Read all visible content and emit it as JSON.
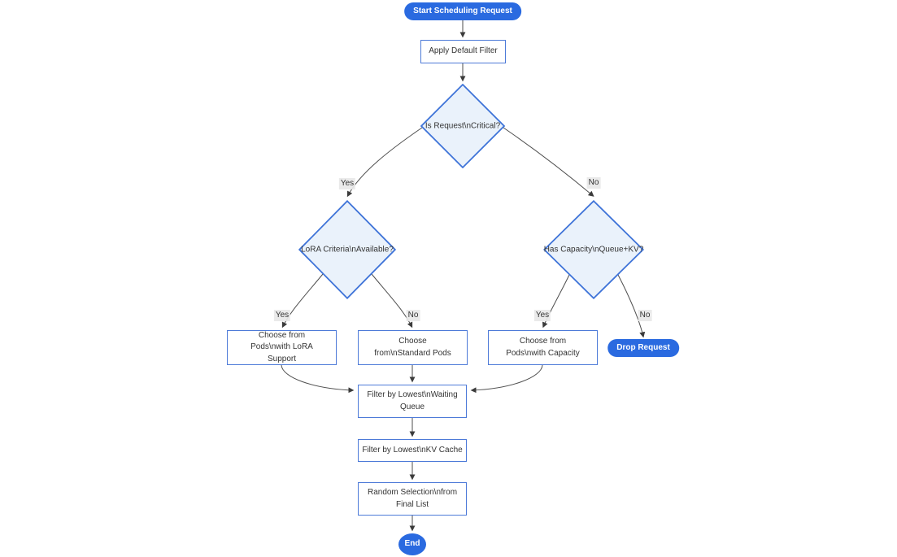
{
  "diagram": {
    "type": "flowchart",
    "direction": "top-down",
    "nodes": {
      "start": {
        "label": "Start Scheduling Request",
        "shape": "pill"
      },
      "apply_filter": {
        "label": "Apply Default Filter",
        "shape": "rect"
      },
      "critical": {
        "label": "Is Request\\nCritical?",
        "shape": "diamond"
      },
      "lora": {
        "label": "LoRA Criteria\\nAvailable?",
        "shape": "diamond"
      },
      "capacity": {
        "label": "Has Capacity\\nQueue+KV?",
        "shape": "diamond"
      },
      "choose_lora": {
        "label": "Choose from Pods\\nwith LoRA Support",
        "shape": "rect"
      },
      "choose_standard": {
        "label": "Choose from\\nStandard Pods",
        "shape": "rect"
      },
      "choose_capacity": {
        "label": "Choose from Pods\\nwith Capacity",
        "shape": "rect"
      },
      "drop": {
        "label": "Drop Request",
        "shape": "pill"
      },
      "filter_queue": {
        "label": "Filter by Lowest\\nWaiting Queue",
        "shape": "rect"
      },
      "filter_kv": {
        "label": "Filter by Lowest\\nKV Cache",
        "shape": "rect"
      },
      "random": {
        "label": "Random Selection\\nfrom Final List",
        "shape": "rect"
      },
      "end": {
        "label": "End",
        "shape": "ellipse"
      }
    },
    "edge_labels": {
      "critical_yes": "Yes",
      "critical_no": "No",
      "lora_yes": "Yes",
      "lora_no": "No",
      "capacity_yes": "Yes",
      "capacity_no": "No"
    },
    "edges": [
      "start -> apply_filter",
      "apply_filter -> critical",
      "critical -Yes-> lora",
      "critical -No-> capacity",
      "lora -Yes-> choose_lora",
      "lora -No-> choose_standard",
      "capacity -Yes-> choose_capacity",
      "capacity -No-> drop",
      "choose_lora -> filter_queue",
      "choose_standard -> filter_queue",
      "choose_capacity -> filter_queue",
      "filter_queue -> filter_kv",
      "filter_kv -> random",
      "random -> end"
    ],
    "colors": {
      "pill_fill": "#2a6ae0",
      "pill_text": "#ffffff",
      "diamond_fill": "#eaf2fb",
      "diamond_border": "#3e73d8",
      "rect_fill": "#ffffff",
      "rect_border": "#4d7ad8",
      "edge_line": "#4e4e4e",
      "edge_label_bg": "#e8e8e8",
      "text": "#333333",
      "background": "#ffffff"
    }
  }
}
